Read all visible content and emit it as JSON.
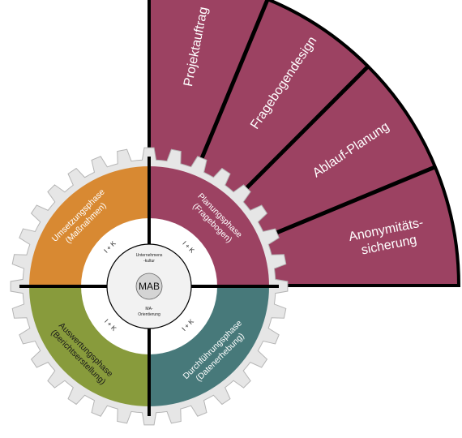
{
  "fan": {
    "segments": [
      {
        "label_lines": [
          "Projektauftrag"
        ]
      },
      {
        "label_lines": [
          "Fragebogendesign"
        ]
      },
      {
        "label_lines": [
          "Ablauf-Planung"
        ]
      },
      {
        "label_lines": [
          "Anonymitäts-",
          "sicherung"
        ]
      }
    ],
    "color": "#9c4262"
  },
  "gear": {
    "quadrants": [
      {
        "id": "planung",
        "lines": [
          "Planungsphase",
          "(Fragebogen)"
        ],
        "color": "#9c4262"
      },
      {
        "id": "durchfuehrung",
        "lines": [
          "Durchführungsphase",
          "(Datenerhebung)"
        ],
        "color": "#47797a"
      },
      {
        "id": "auswertung",
        "lines": [
          "Auswertungsphase",
          "(Berichtserstellung)"
        ],
        "color": "#889b3c"
      },
      {
        "id": "umsetzung",
        "lines": [
          "Umsetzungsphase",
          "(Maßnahmen)"
        ],
        "color": "#d88932"
      }
    ],
    "ik_label": "I + K",
    "ring_color": "#e6e6e6"
  },
  "hub": {
    "title": "MAB",
    "top_lines": [
      "Unternehmens",
      "-kultur"
    ],
    "bottom_lines": [
      "MA-",
      "Orientierung"
    ]
  }
}
